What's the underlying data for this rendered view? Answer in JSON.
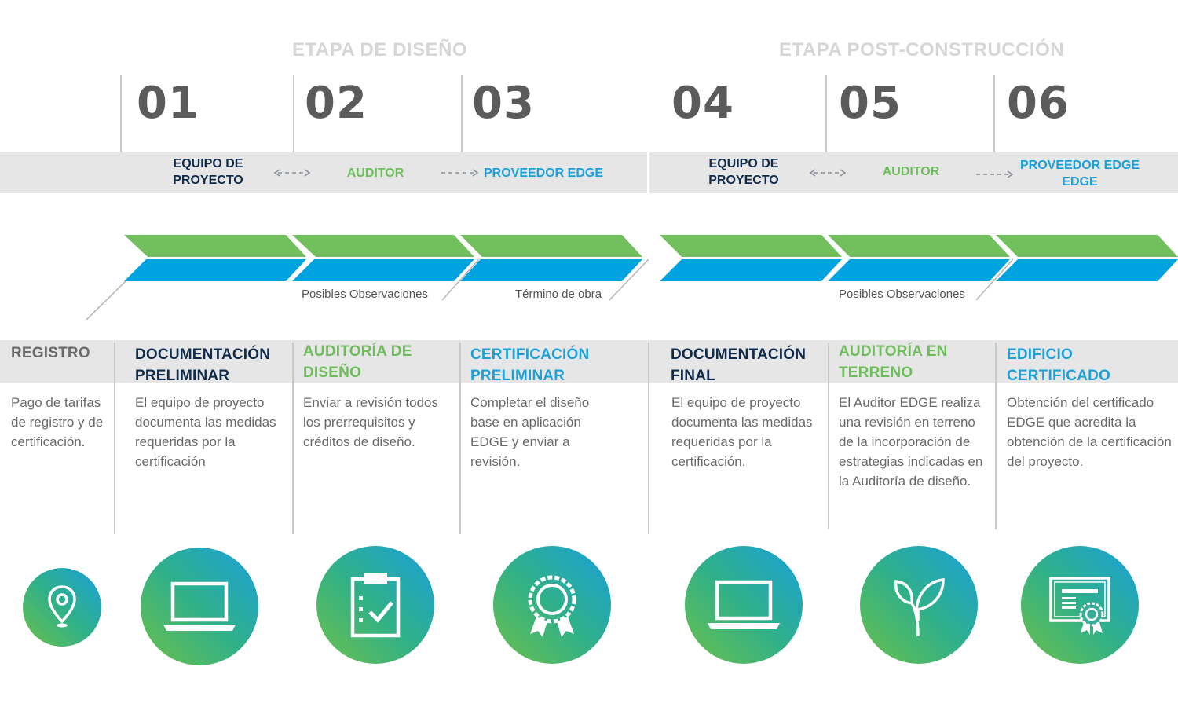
{
  "stages": {
    "design": "ETAPA DE DISEÑO",
    "post": "ETAPA POST-CONSTRUCCIÓN"
  },
  "numbers": [
    "01",
    "02",
    "03",
    "04",
    "05",
    "06"
  ],
  "roles": {
    "left": {
      "team_line1": "EQUIPO DE",
      "team_line2": "PROYECTO",
      "auditor": "AUDITOR",
      "edge": "PROVEEDOR EDGE"
    },
    "right": {
      "team_line1": "EQUIPO DE",
      "team_line2": "PROYECTO",
      "auditor": "AUDITOR",
      "edge_line1": "PROVEEDOR EDGE",
      "edge_line2": "EDGE"
    }
  },
  "observations": {
    "obs1": "Posibles Observaciones",
    "obra": "Término de obra",
    "obs2": "Posibles Observaciones"
  },
  "steps": [
    {
      "title1": "REGISTRO",
      "title2": "",
      "desc": "Pago de tarifas de registro y de certificación.",
      "icon": "location-pin-icon"
    },
    {
      "title1": "DOCUMENTACIÓN",
      "title2": "PRELIMINAR",
      "desc": "El equipo de proyecto documenta las medidas requeridas por la certificación",
      "icon": "laptop-icon"
    },
    {
      "title1": "AUDITORÍA DE",
      "title2": "DISEÑO",
      "desc": "Enviar a revisión todos los prerrequisitos y créditos de diseño.",
      "icon": "clipboard-check-icon"
    },
    {
      "title1": "CERTIFICACIÓN",
      "title2": "PRELIMINAR",
      "desc": "Completar el diseño base en aplicación EDGE y enviar a revisión.",
      "icon": "award-badge-icon"
    },
    {
      "title1": "DOCUMENTACIÓN",
      "title2": "FINAL",
      "desc": "El equipo de proyecto documenta las medidas requeridas por la certificación.",
      "icon": "laptop-icon"
    },
    {
      "title1": "AUDITORÍA EN",
      "title2": "TERRENO",
      "desc": "El Auditor EDGE realiza una revisión en terreno de la incorporación de estrategias indicadas en la Auditoría de diseño.",
      "icon": "plant-sprout-icon"
    },
    {
      "title1": "EDIFICIO",
      "title2": "CERTIFICADO",
      "desc": "Obtención del certificado EDGE que acredita la obtención de la certificación del proyecto.",
      "icon": "certificate-icon"
    }
  ],
  "colors": {
    "green": "#72bf5e",
    "blue": "#00a3e0",
    "navy": "#0f2a4a",
    "gray_band": "#e6e6e6"
  }
}
